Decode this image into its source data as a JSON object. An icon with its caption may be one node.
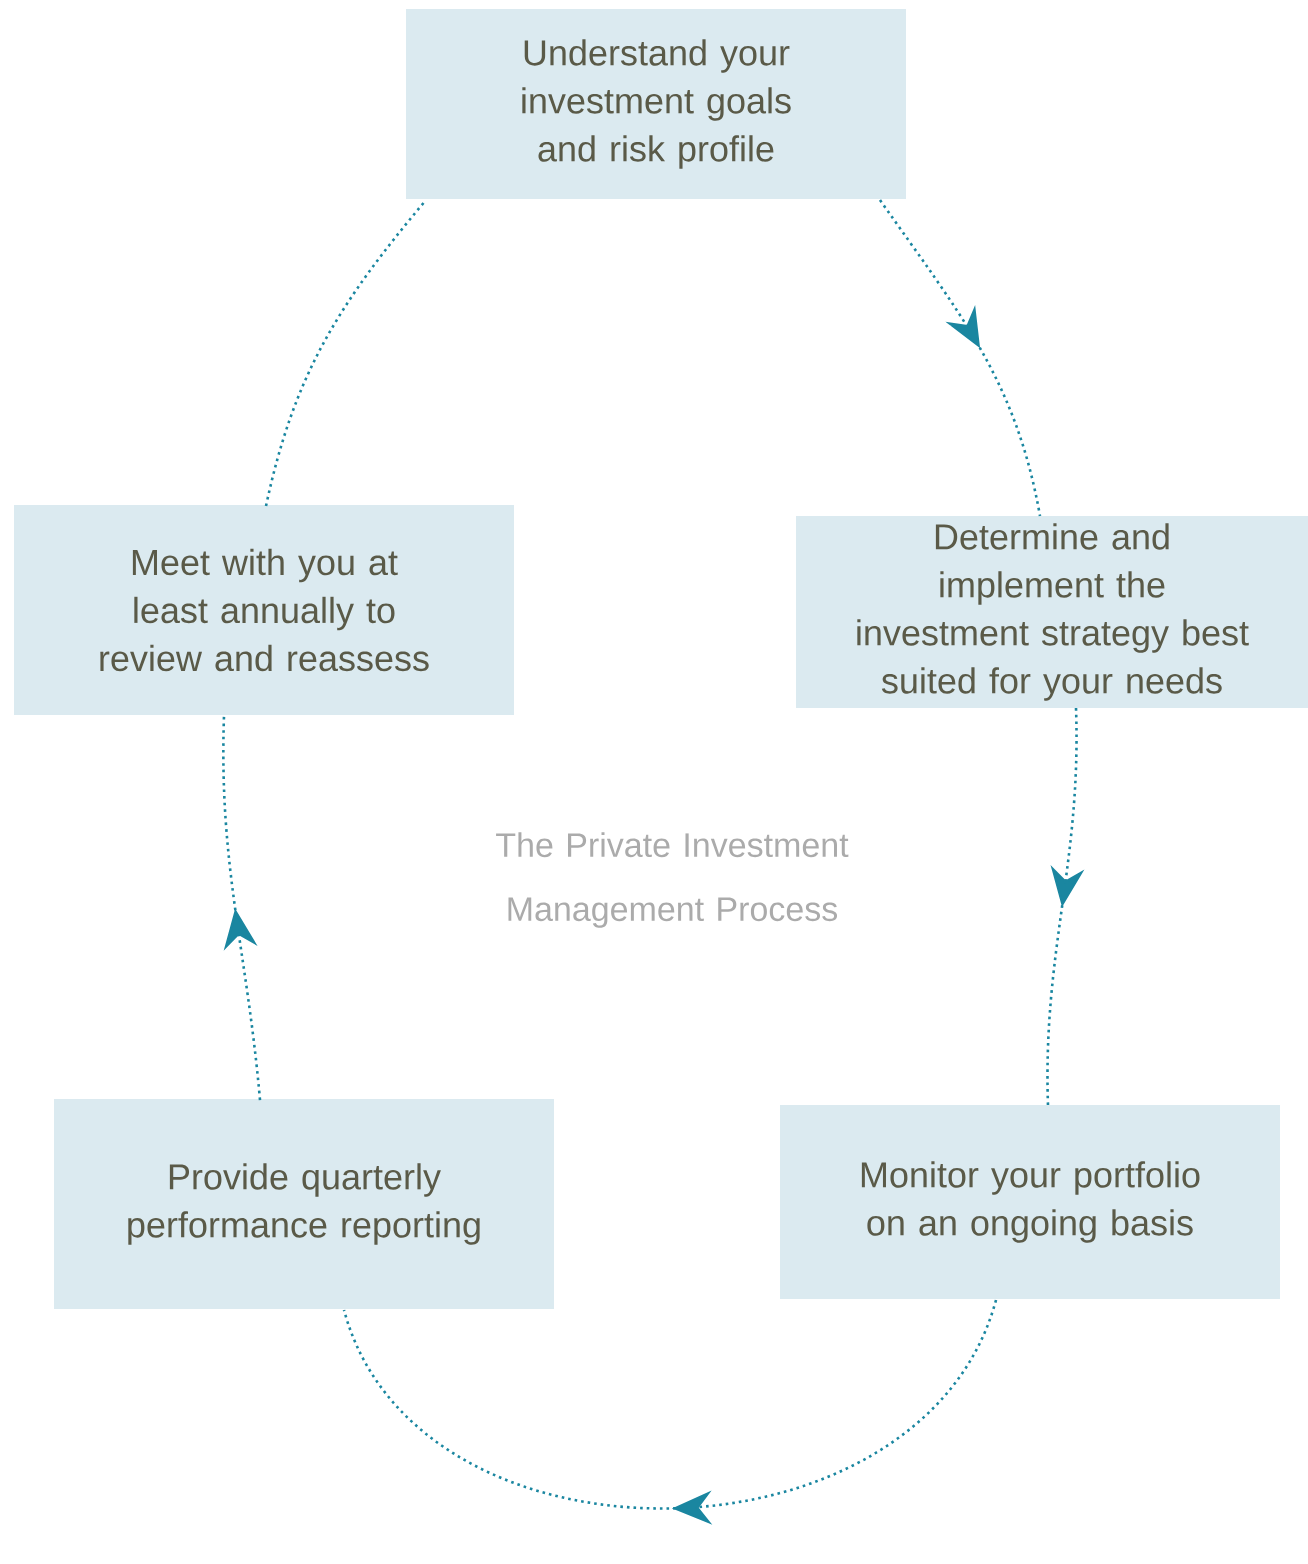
{
  "diagram": {
    "nodes": [
      {
        "text": [
          "Understand your investment goals and risk profile"
        ]
      },
      {
        "text": [
          "Determine and implement the investment strategy best suited for your needs"
        ]
      },
      {
        "text": [
          "Monitor your portfolio on an ongoing basis"
        ]
      },
      {
        "text": [
          "Provide quarterly performance reporting"
        ]
      },
      {
        "text": [
          "Meet with you at least annually to review and reassess"
        ]
      }
    ],
    "edges": [
      {
        "from": 0,
        "to": 1,
        "arrow": "to"
      },
      {
        "from": 1,
        "to": 2,
        "arrow": "to"
      },
      {
        "from": 2,
        "to": 3,
        "arrow": "to"
      },
      {
        "from": 3,
        "to": 4,
        "arrow": "to"
      },
      {
        "from": 4,
        "to": 0,
        "arrow": "none"
      }
    ],
    "labels": [
      "The Private Investment Management Process"
    ]
  }
}
